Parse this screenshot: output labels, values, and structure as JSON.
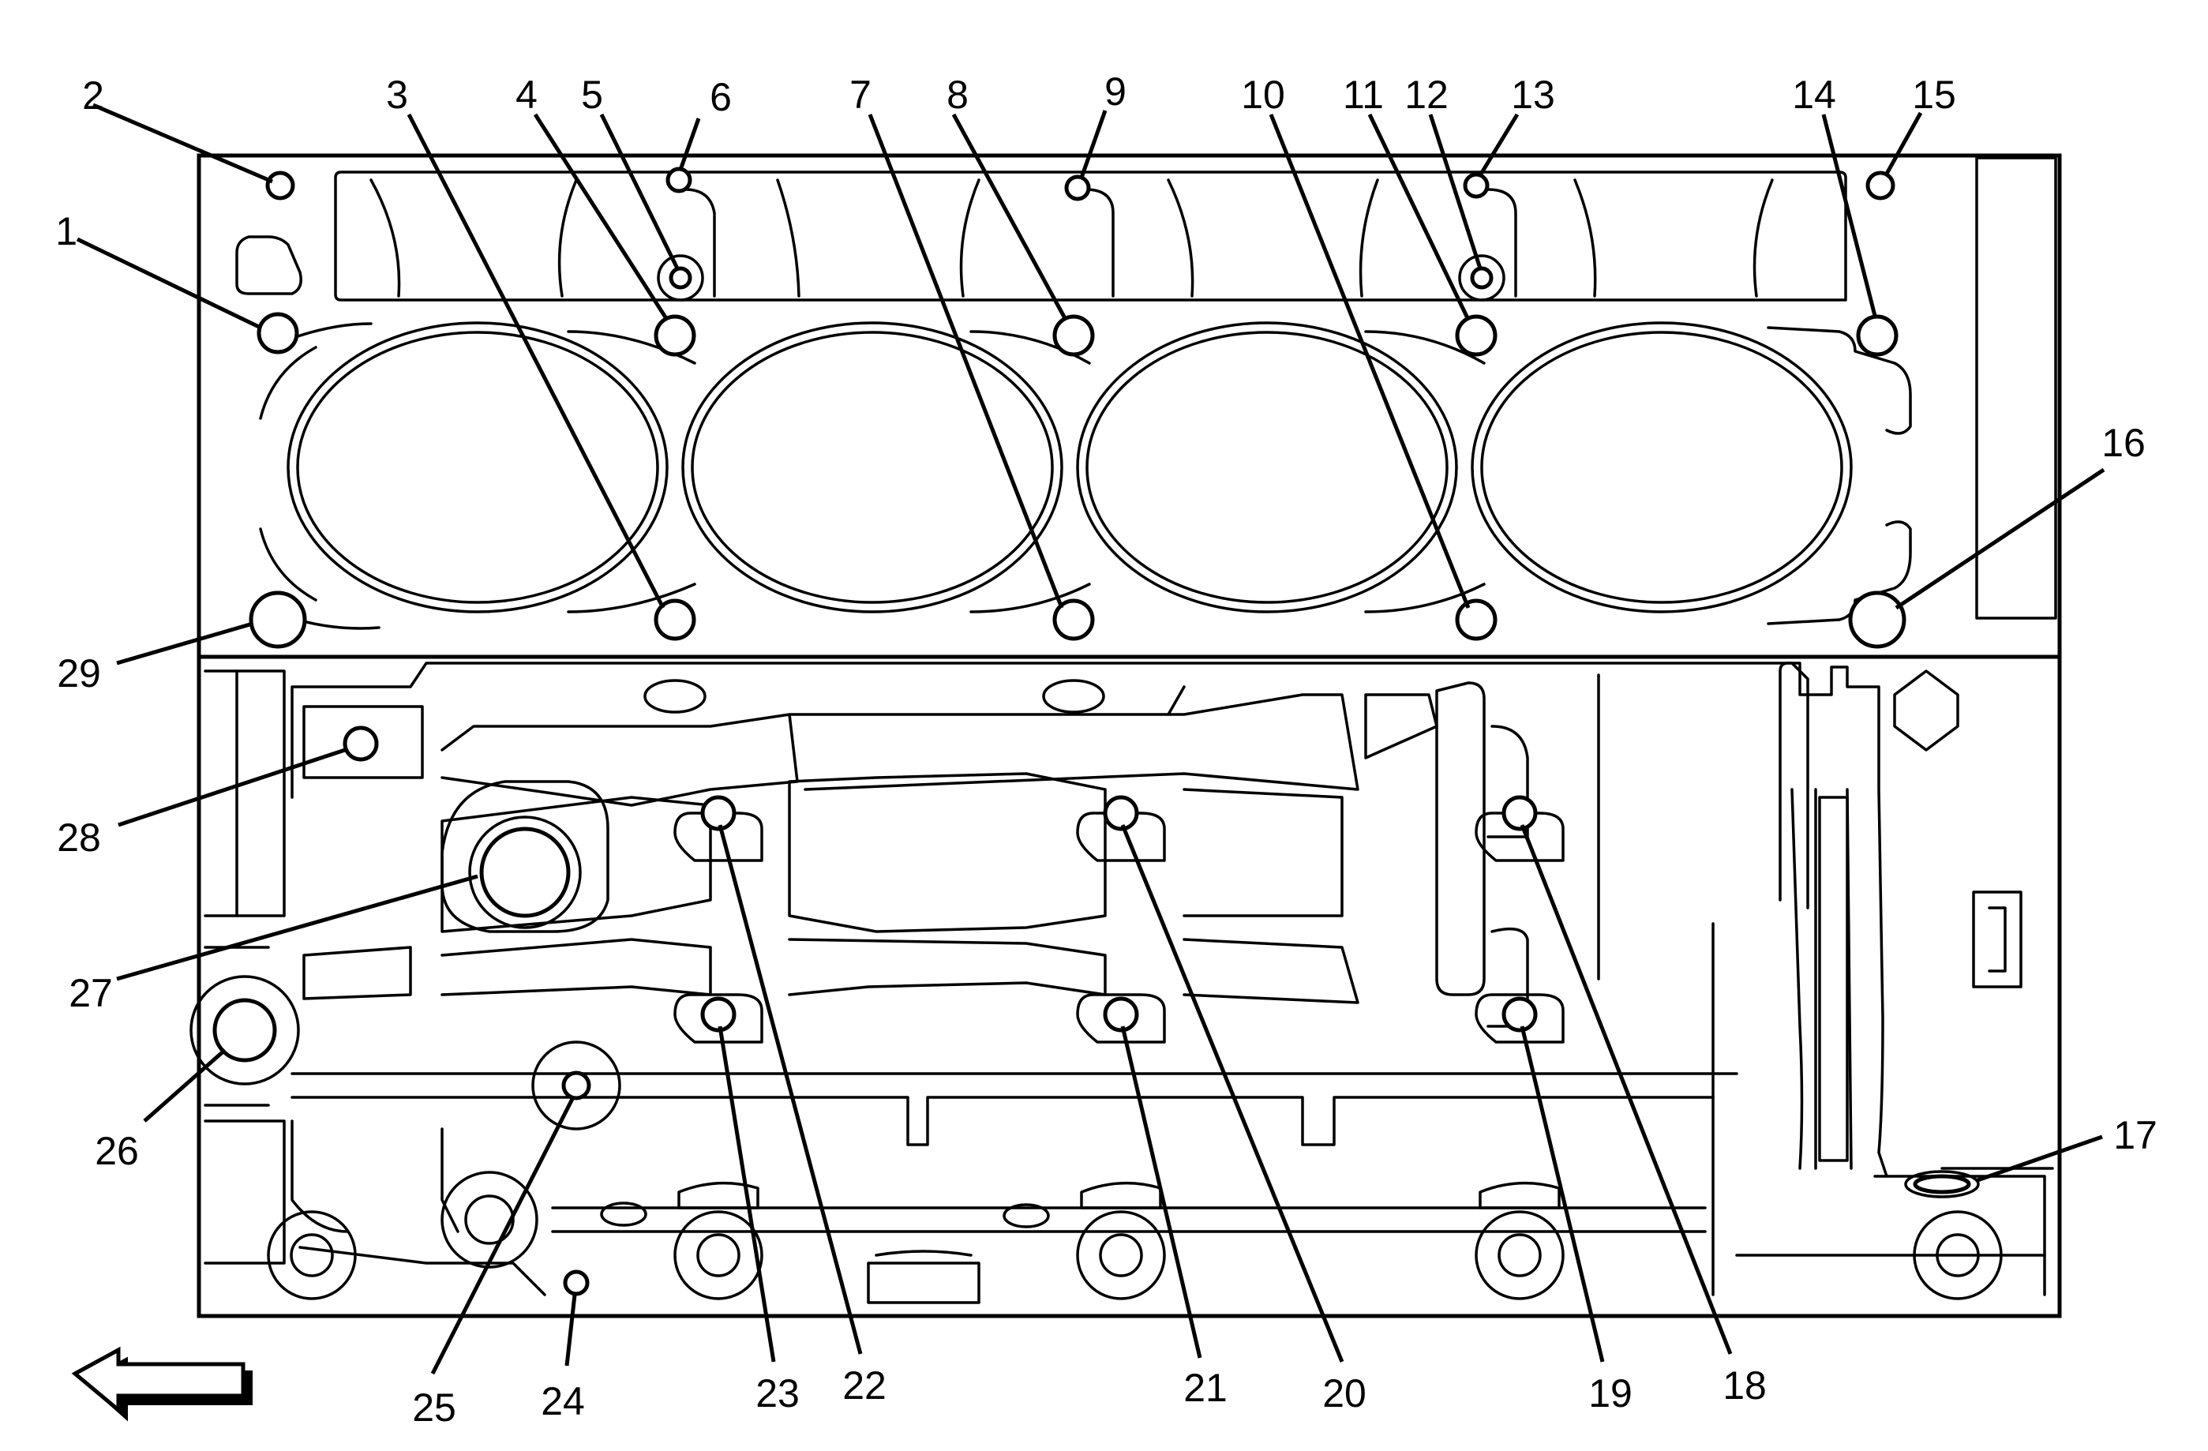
{
  "callouts": [
    "1",
    "2",
    "3",
    "4",
    "5",
    "6",
    "7",
    "8",
    "9",
    "10",
    "11",
    "12",
    "13",
    "14",
    "15",
    "16",
    "17",
    "18",
    "19",
    "20",
    "21",
    "22",
    "23",
    "24",
    "25",
    "26",
    "27",
    "28",
    "29"
  ],
  "icons": {
    "direction_arrow": "left-arrow-icon"
  }
}
